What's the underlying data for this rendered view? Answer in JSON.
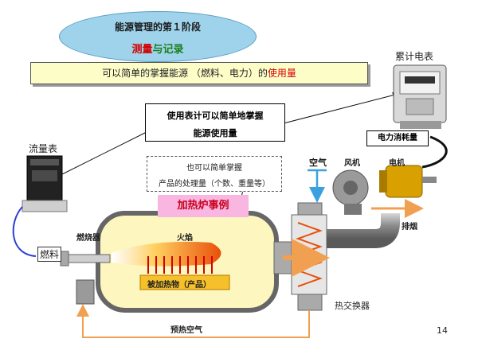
{
  "header": {
    "title": "能源管理的第１阶段",
    "subtitle_part1": "测量",
    "subtitle_part2": "与记录"
  },
  "banner": {
    "text_before": "可以简单的掌握能源 （燃料、电力）的",
    "text_highlight": "使用量"
  },
  "callout_meter_usage": {
    "line1": "使用表计可以简单地掌握",
    "line2": "能源使用量"
  },
  "callout_product": {
    "line1": "也可以简单掌握",
    "line2": "产品的处理量（个数、重量等）"
  },
  "labels": {
    "cumulative_meter": "累计电表",
    "power_consumption": "电力消耗量",
    "flow_meter": "流量表",
    "fuel": "燃料",
    "burner": "燃烧器",
    "flame": "火焰",
    "heated_object": "被加热物（产品）",
    "furnace_case": "加热炉事例",
    "air": "空气",
    "fan": "风机",
    "motor": "电机",
    "exhaust": "排烟",
    "heat_exchanger": "热交换器",
    "preheated_air": "预热空气"
  },
  "page_number": "14",
  "colors": {
    "ellipse_fill": "#9fd3ec",
    "banner_fill": "#fdfdc8",
    "highlight_red": "#d40000",
    "highlight_green": "#1b7f1b",
    "furnace_fill": "#fdf6bf",
    "air_blue": "#3aa0e0",
    "preheat_orange": "#f0a050",
    "fuel_line_blue": "#2a3fd6"
  }
}
